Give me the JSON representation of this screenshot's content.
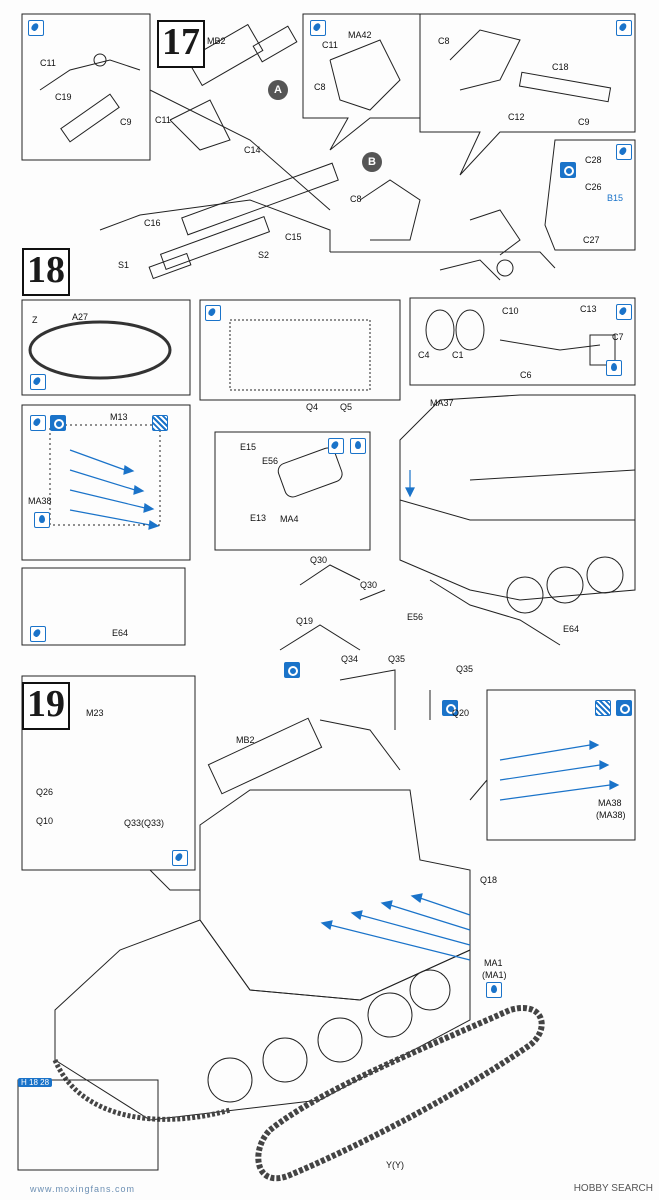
{
  "steps": {
    "s17": "17",
    "s18": "18",
    "s19": "19"
  },
  "callouts": {
    "a": "A",
    "b": "B"
  },
  "parts": {
    "mb2_top": "MB2",
    "c11_top": "C11",
    "c19": "C19",
    "c9_top": "C9",
    "c11_mid": "C11",
    "c14": "C14",
    "ma42": "MA42",
    "c11_b": "C11",
    "c8_b": "C8",
    "c8_r": "C8",
    "c18": "C18",
    "c12": "C12",
    "c9_r": "C9",
    "c28": "C28",
    "c26": "C26",
    "b15": "B15",
    "c27": "C27",
    "c16": "C16",
    "c8_m": "C8",
    "c15": "C15",
    "s1": "S1",
    "s2": "S2",
    "z": "Z",
    "a27": "A27",
    "q4": "Q4",
    "q5": "Q5",
    "c10": "C10",
    "c13": "C13",
    "c4": "C4",
    "c1": "C1",
    "c7": "C7",
    "c6": "C6",
    "ma37": "MA37",
    "m13": "M13",
    "ma38_l": "MA38",
    "e15": "E15",
    "e56_a": "E56",
    "e13": "E13",
    "ma4": "MA4",
    "q30_a": "Q30",
    "q30_b": "Q30",
    "e56_b": "E56",
    "e64_l": "E64",
    "e64_r": "E64",
    "q19": "Q19",
    "q34": "Q34",
    "q35_a": "Q35",
    "q35_b": "Q35",
    "q20": "Q20",
    "m23": "M23",
    "mb2_bot": "MB2",
    "q26": "Q26",
    "q10": "Q10",
    "q33": "Q33(Q33)",
    "ma38_r": "MA38",
    "ma38_r2": "(MA38)",
    "q18": "Q18",
    "ma1": "MA1",
    "ma1b": "(MA1)",
    "yy": "Y(Y)"
  },
  "footer": {
    "brand": "HOBBY SEARCH",
    "watermark": "www.moxingfans.com",
    "badge": "H 18 28"
  }
}
